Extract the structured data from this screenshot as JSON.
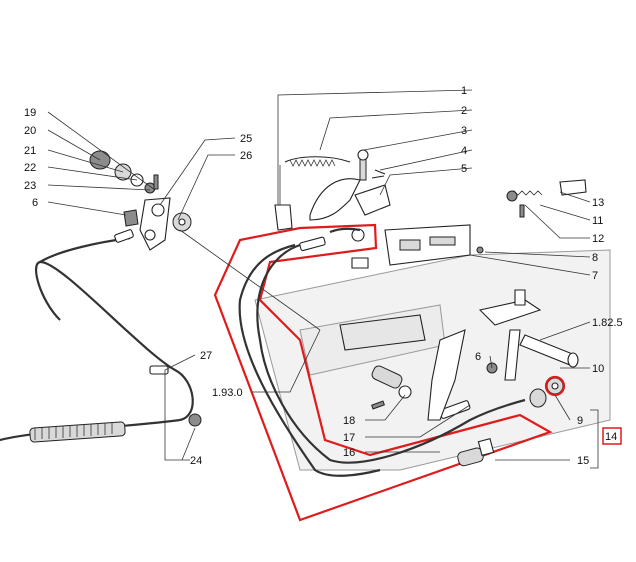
{
  "labels": {
    "p1": "1",
    "p2": "2",
    "p3": "3",
    "p4": "4",
    "p5": "5",
    "p6a": "6",
    "p6b": "6",
    "p7": "7",
    "p8": "8",
    "p9": "9",
    "p10": "10",
    "p11": "11",
    "p12": "12",
    "p13": "13",
    "p14": "14",
    "p15": "15",
    "p16": "16",
    "p17": "17",
    "p18": "18",
    "p19": "19",
    "p20": "20",
    "p21": "21",
    "p22": "22",
    "p23": "23",
    "p24": "24",
    "p25": "25",
    "p26": "26",
    "p27": "27",
    "ref1825": "1.82.5",
    "ref1930": "1.93.0"
  },
  "colors": {
    "highlight": "#e01b1b",
    "line": "#333333",
    "panel": "#f2f2f2"
  }
}
